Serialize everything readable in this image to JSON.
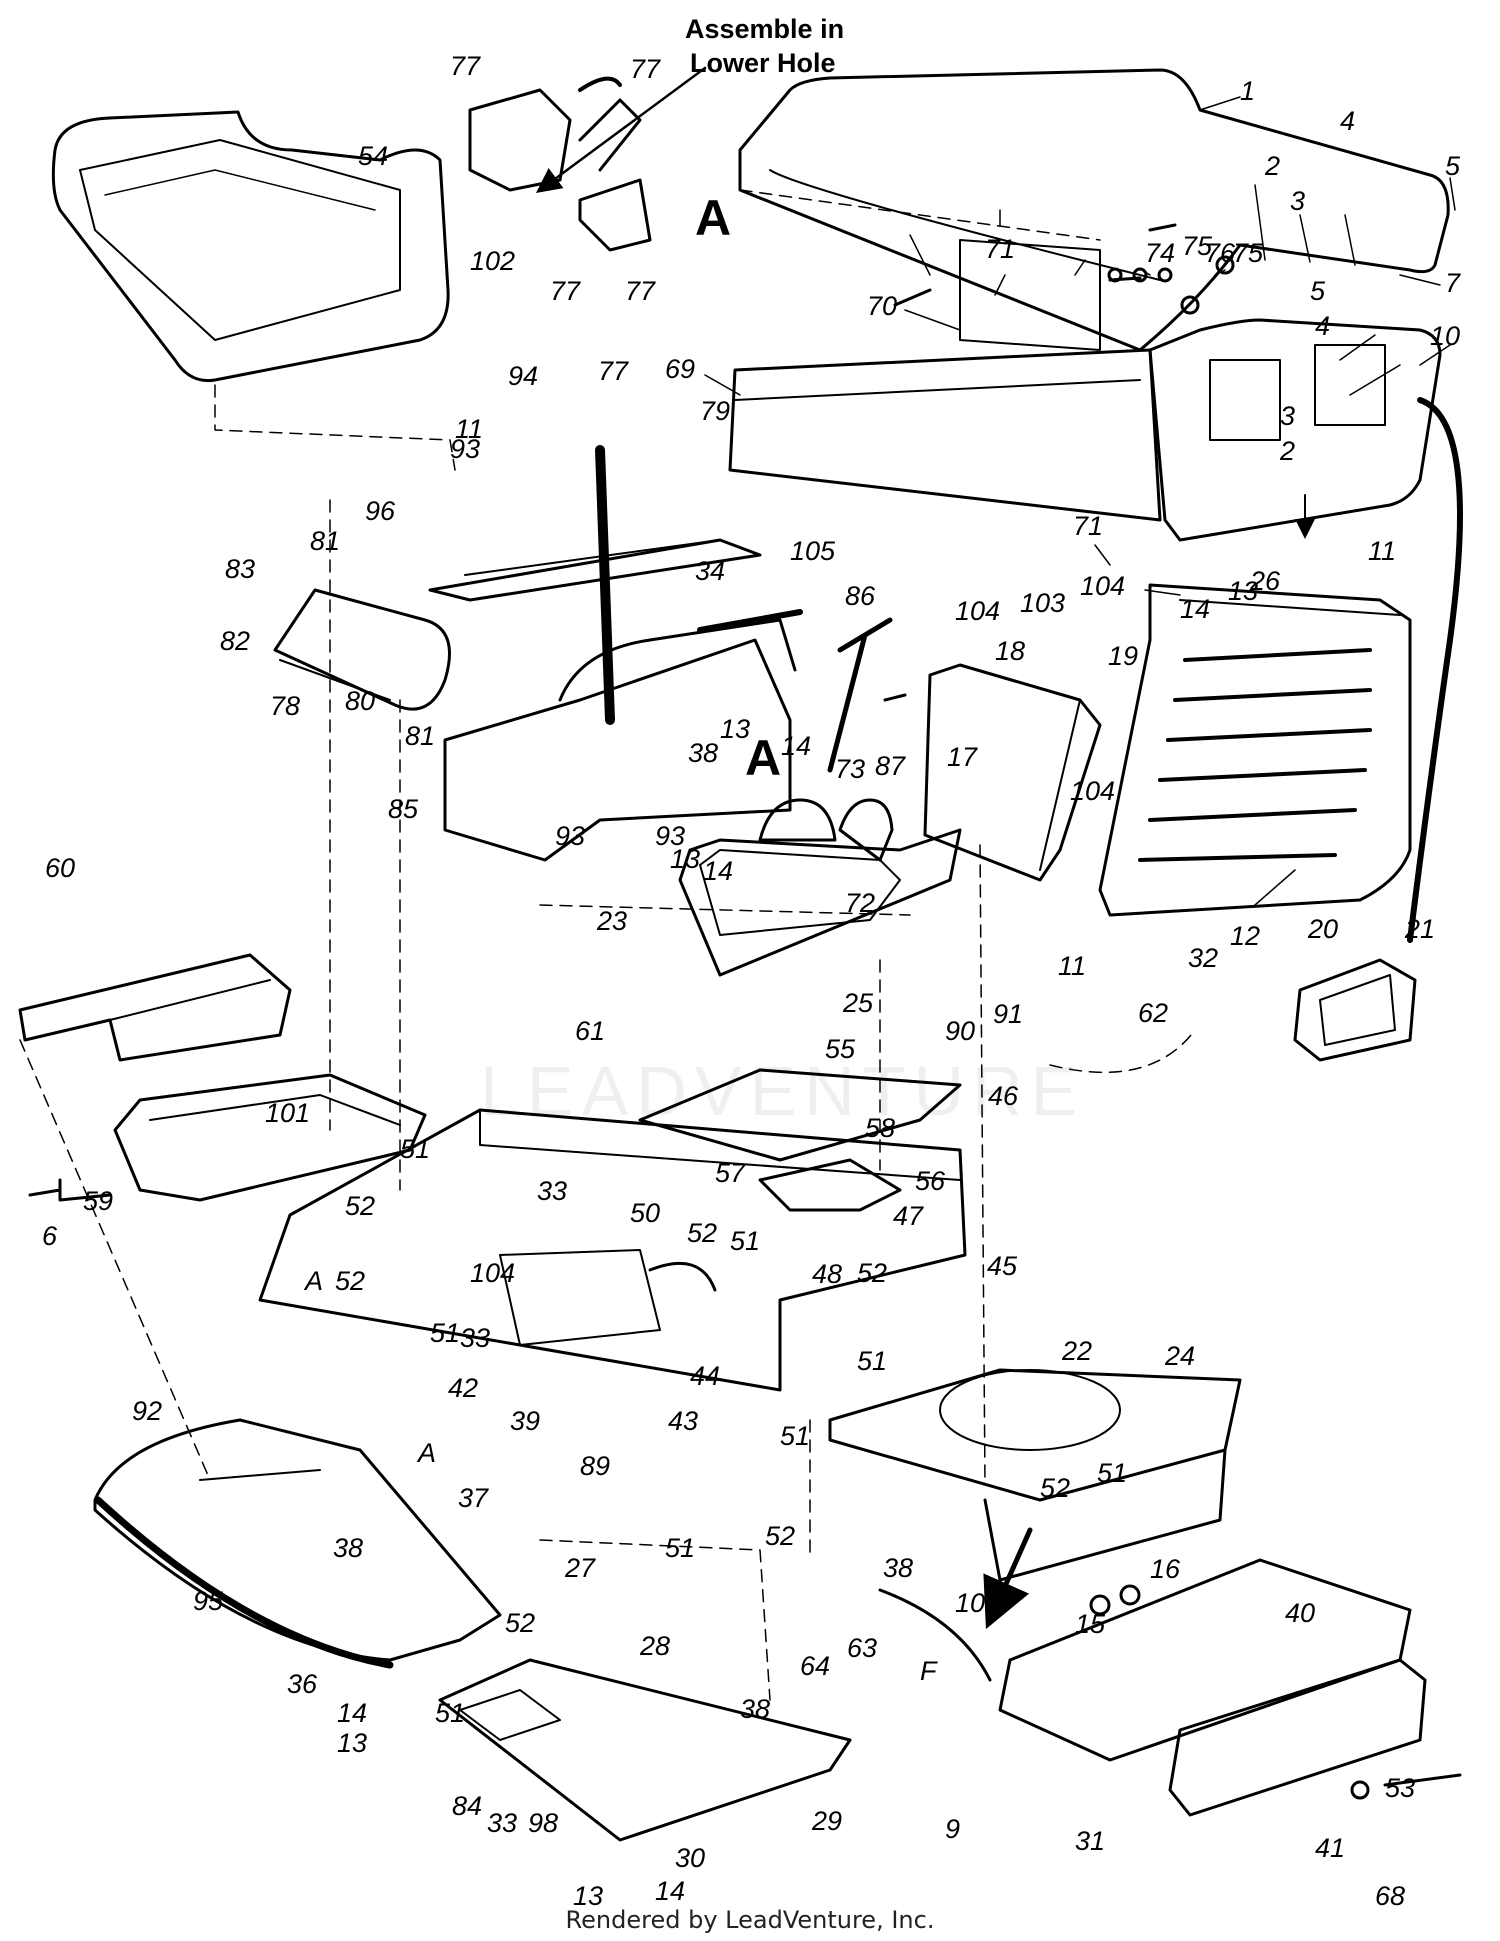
{
  "note": {
    "line1": "Assemble in",
    "line2": "Lower Hole"
  },
  "section_marker": "A",
  "watermark": "LEADVENTURE",
  "footer": "Rendered by LeadVenture, Inc.",
  "colors": {
    "ink": "#000000",
    "paper": "#ffffff"
  },
  "callouts": [
    {
      "id": "c1",
      "label": "1"
    },
    {
      "id": "c2a",
      "label": "2"
    },
    {
      "id": "c2b",
      "label": "2"
    },
    {
      "id": "c3a",
      "label": "3"
    },
    {
      "id": "c3b",
      "label": "3"
    },
    {
      "id": "c4a",
      "label": "4"
    },
    {
      "id": "c4b",
      "label": "4"
    },
    {
      "id": "c5a",
      "label": "5"
    },
    {
      "id": "c5b",
      "label": "5"
    },
    {
      "id": "c6",
      "label": "6"
    },
    {
      "id": "c7",
      "label": "7"
    },
    {
      "id": "c9",
      "label": "9"
    },
    {
      "id": "c10",
      "label": "10"
    },
    {
      "id": "c11a",
      "label": "11"
    },
    {
      "id": "c11b",
      "label": "11"
    },
    {
      "id": "c11c",
      "label": "11"
    },
    {
      "id": "c12",
      "label": "12"
    },
    {
      "id": "c13a",
      "label": "13"
    },
    {
      "id": "c13b",
      "label": "13"
    },
    {
      "id": "c13c",
      "label": "13"
    },
    {
      "id": "c13d",
      "label": "13"
    },
    {
      "id": "c13e",
      "label": "13"
    },
    {
      "id": "c14a",
      "label": "14"
    },
    {
      "id": "c14b",
      "label": "14"
    },
    {
      "id": "c14c",
      "label": "14"
    },
    {
      "id": "c14d",
      "label": "14"
    },
    {
      "id": "c14e",
      "label": "14"
    },
    {
      "id": "c15",
      "label": "15"
    },
    {
      "id": "c16",
      "label": "16"
    },
    {
      "id": "c17",
      "label": "17"
    },
    {
      "id": "c18",
      "label": "18"
    },
    {
      "id": "c19",
      "label": "19"
    },
    {
      "id": "c20",
      "label": "20"
    },
    {
      "id": "c21",
      "label": "21"
    },
    {
      "id": "c22",
      "label": "22"
    },
    {
      "id": "c23",
      "label": "23"
    },
    {
      "id": "c24",
      "label": "24"
    },
    {
      "id": "c25",
      "label": "25"
    },
    {
      "id": "c26",
      "label": "26"
    },
    {
      "id": "c27",
      "label": "27"
    },
    {
      "id": "c28",
      "label": "28"
    },
    {
      "id": "c29",
      "label": "29"
    },
    {
      "id": "c30",
      "label": "30"
    },
    {
      "id": "c31",
      "label": "31"
    },
    {
      "id": "c32",
      "label": "32"
    },
    {
      "id": "c33a",
      "label": "33"
    },
    {
      "id": "c33b",
      "label": "33"
    },
    {
      "id": "c33c",
      "label": "33"
    },
    {
      "id": "c34",
      "label": "34"
    },
    {
      "id": "c36",
      "label": "36"
    },
    {
      "id": "c37",
      "label": "37"
    },
    {
      "id": "c38a",
      "label": "38"
    },
    {
      "id": "c38b",
      "label": "38"
    },
    {
      "id": "c38c",
      "label": "38"
    },
    {
      "id": "c38d",
      "label": "38"
    },
    {
      "id": "c39",
      "label": "39"
    },
    {
      "id": "c40",
      "label": "40"
    },
    {
      "id": "c41",
      "label": "41"
    },
    {
      "id": "c42",
      "label": "42"
    },
    {
      "id": "c43",
      "label": "43"
    },
    {
      "id": "c44",
      "label": "44"
    },
    {
      "id": "c45",
      "label": "45"
    },
    {
      "id": "c46",
      "label": "46"
    },
    {
      "id": "c47",
      "label": "47"
    },
    {
      "id": "c48",
      "label": "48"
    },
    {
      "id": "c50",
      "label": "50"
    },
    {
      "id": "c51a",
      "label": "51"
    },
    {
      "id": "c51b",
      "label": "51"
    },
    {
      "id": "c51c",
      "label": "51"
    },
    {
      "id": "c51d",
      "label": "51"
    },
    {
      "id": "c51e",
      "label": "51"
    },
    {
      "id": "c51f",
      "label": "51"
    },
    {
      "id": "c51g",
      "label": "51"
    },
    {
      "id": "c51h",
      "label": "51"
    },
    {
      "id": "c52a",
      "label": "52"
    },
    {
      "id": "c52b",
      "label": "52"
    },
    {
      "id": "c52c",
      "label": "52"
    },
    {
      "id": "c52d",
      "label": "52"
    },
    {
      "id": "c52e",
      "label": "52"
    },
    {
      "id": "c52f",
      "label": "52"
    },
    {
      "id": "c52g",
      "label": "52"
    },
    {
      "id": "c53",
      "label": "53"
    },
    {
      "id": "c54",
      "label": "54"
    },
    {
      "id": "c55",
      "label": "55"
    },
    {
      "id": "c56",
      "label": "56"
    },
    {
      "id": "c57",
      "label": "57"
    },
    {
      "id": "c58",
      "label": "58"
    },
    {
      "id": "c59",
      "label": "59"
    },
    {
      "id": "c60",
      "label": "60"
    },
    {
      "id": "c61",
      "label": "61"
    },
    {
      "id": "c62",
      "label": "62"
    },
    {
      "id": "c63",
      "label": "63"
    },
    {
      "id": "c64",
      "label": "64"
    },
    {
      "id": "c68",
      "label": "68"
    },
    {
      "id": "c69",
      "label": "69"
    },
    {
      "id": "c70",
      "label": "70"
    },
    {
      "id": "c71a",
      "label": "71"
    },
    {
      "id": "c71b",
      "label": "71"
    },
    {
      "id": "c72",
      "label": "72"
    },
    {
      "id": "c73",
      "label": "73"
    },
    {
      "id": "c74",
      "label": "74"
    },
    {
      "id": "c75a",
      "label": "75"
    },
    {
      "id": "c75b",
      "label": "75"
    },
    {
      "id": "c76",
      "label": "76"
    },
    {
      "id": "c77a",
      "label": "77"
    },
    {
      "id": "c77b",
      "label": "77"
    },
    {
      "id": "c77c",
      "label": "77"
    },
    {
      "id": "c77d",
      "label": "77"
    },
    {
      "id": "c77e",
      "label": "77"
    },
    {
      "id": "c78",
      "label": "78"
    },
    {
      "id": "c79",
      "label": "79"
    },
    {
      "id": "c80",
      "label": "80"
    },
    {
      "id": "c81a",
      "label": "81"
    },
    {
      "id": "c81b",
      "label": "81"
    },
    {
      "id": "c82",
      "label": "82"
    },
    {
      "id": "c83",
      "label": "83"
    },
    {
      "id": "c84",
      "label": "84"
    },
    {
      "id": "c85",
      "label": "85"
    },
    {
      "id": "c86",
      "label": "86"
    },
    {
      "id": "c87",
      "label": "87"
    },
    {
      "id": "c89",
      "label": "89"
    },
    {
      "id": "c90",
      "label": "90"
    },
    {
      "id": "c91",
      "label": "91"
    },
    {
      "id": "c92",
      "label": "92"
    },
    {
      "id": "c93a",
      "label": "93"
    },
    {
      "id": "c93b",
      "label": "93"
    },
    {
      "id": "c93c",
      "label": "93"
    },
    {
      "id": "c94",
      "label": "94"
    },
    {
      "id": "c95",
      "label": "95"
    },
    {
      "id": "c96",
      "label": "96"
    },
    {
      "id": "c98",
      "label": "98"
    },
    {
      "id": "c100",
      "label": "100"
    },
    {
      "id": "c101",
      "label": "101"
    },
    {
      "id": "c102",
      "label": "102"
    },
    {
      "id": "c103",
      "label": "103"
    },
    {
      "id": "c104a",
      "label": "104"
    },
    {
      "id": "c104b",
      "label": "104"
    },
    {
      "id": "c104c",
      "label": "104"
    },
    {
      "id": "c104d",
      "label": "104"
    },
    {
      "id": "c105",
      "label": "105"
    },
    {
      "id": "cAa",
      "label": "A"
    },
    {
      "id": "cAb",
      "label": "A"
    },
    {
      "id": "cF",
      "label": "F"
    }
  ]
}
